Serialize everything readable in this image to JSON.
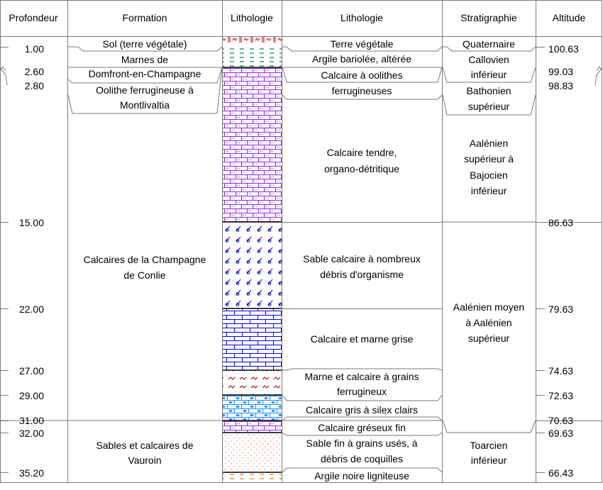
{
  "headers": {
    "depth": "Profondeur",
    "formation": "Formation",
    "litho_pattern": "Lithologie",
    "litho_desc": "Lithologie",
    "strat": "Stratigraphie",
    "altitude": "Altitude"
  },
  "depths": [
    "1.00",
    "2.60",
    "2.80",
    "15.00",
    "22.00",
    "27.00",
    "29.00",
    "31.00",
    "32.00",
    "35.20"
  ],
  "altitudes": [
    "100.63",
    "99.03",
    "98.83",
    "86.63",
    "79.63",
    "74.63",
    "72.63",
    "70.63",
    "69.63",
    "66.43"
  ],
  "formations": [
    {
      "lines": [
        "Sol (terre végétale)"
      ]
    },
    {
      "lines": [
        "Marnes de",
        "Domfront-en-Champagne"
      ]
    },
    {
      "lines": [
        "Oolithe ferrugineuse à",
        "Montlivaltia"
      ]
    },
    {
      "lines": [
        "Calcaires de la Champagne",
        "de Conlie"
      ]
    },
    {
      "lines": [
        "Sables et calcaires de",
        "Vauroin"
      ]
    }
  ],
  "lithologies": [
    {
      "lines": [
        "Terre végétale"
      ],
      "pattern": "soil"
    },
    {
      "lines": [
        "Argile bariolée, altérée"
      ],
      "pattern": "clay"
    },
    {
      "lines": [
        "Calcaire à oolithes",
        "ferrugineuses"
      ],
      "pattern": "limestone-purple"
    },
    {
      "lines": [
        "Calcaire tendre,",
        "organo-détritique"
      ],
      "pattern": "limestone-purple"
    },
    {
      "lines": [
        "Sable calcaire à nombreux",
        "débris d'organisme"
      ],
      "pattern": "shell-sand"
    },
    {
      "lines": [
        "Calcaire et marne grise"
      ],
      "pattern": "limestone-blue"
    },
    {
      "lines": [
        "Marne et calcaire à grains",
        "ferrugineux"
      ],
      "pattern": "marl"
    },
    {
      "lines": [
        "Calcaire gris à silex clairs"
      ],
      "pattern": "cyan-limestone"
    },
    {
      "lines": [
        "Calcaire gréseux fin"
      ],
      "pattern": "limestone-purple"
    },
    {
      "lines": [
        "Sable fin à grains usés, à",
        "débris de coquilles"
      ],
      "pattern": "dots"
    },
    {
      "lines": [
        "Argile noire ligniteuse"
      ],
      "pattern": "clay-orange"
    }
  ],
  "stratigraphy": [
    {
      "lines": [
        "Quaternaire"
      ]
    },
    {
      "lines": [
        "Callovien",
        "inférieur"
      ]
    },
    {
      "lines": [
        "Bathonien",
        "supérieur"
      ]
    },
    {
      "lines": [
        "Aalénien",
        "supérieur à",
        "Bajocien",
        "inférieur"
      ]
    },
    {
      "lines": [
        "Aalénien moyen",
        "à Aalénien",
        "supérieur"
      ]
    },
    {
      "lines": [
        "Toarcien",
        "inférieur"
      ]
    }
  ],
  "colors": {
    "line": "#7a7a7a",
    "soil": "#cc0000",
    "clay": "#008060",
    "purple": "#8a2be2",
    "blue": "#0000e0",
    "marl": "#8b0000",
    "cyan": "#1a8cff",
    "dots": "#ff6666",
    "orange": "#e07a00"
  }
}
